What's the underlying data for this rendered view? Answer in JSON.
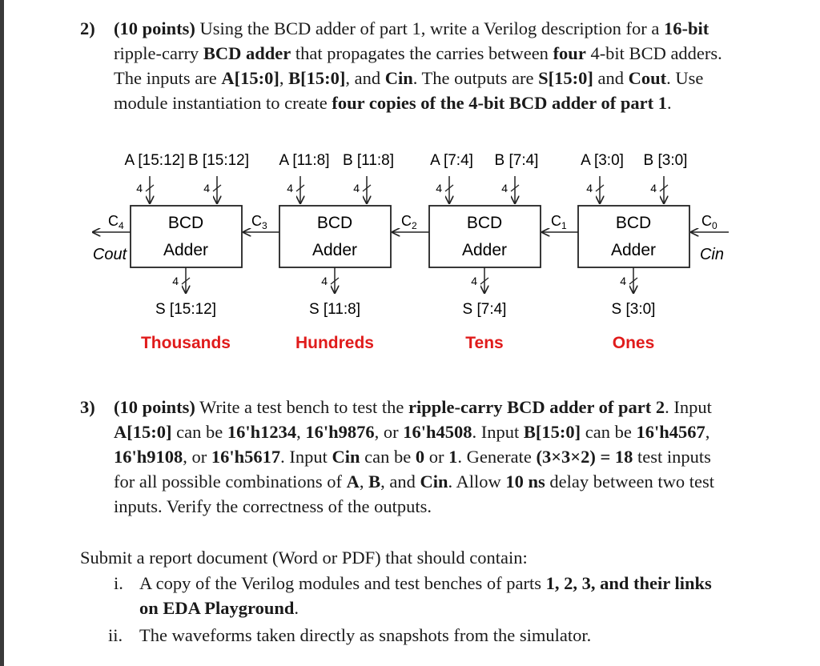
{
  "q2": {
    "number": "2)",
    "lines": [
      [
        {
          "t": "(10 points)",
          "b": true
        },
        {
          "t": " Using the BCD adder of part 1, write a Verilog description for a "
        },
        {
          "t": "16-bit",
          "b": true
        }
      ],
      [
        {
          "t": "ripple-carry "
        },
        {
          "t": "BCD adder",
          "b": true
        },
        {
          "t": " that propagates the carries between "
        },
        {
          "t": "four",
          "b": true
        },
        {
          "t": " 4-bit BCD adders."
        }
      ],
      [
        {
          "t": "The inputs are "
        },
        {
          "t": "A[15:0]",
          "b": true
        },
        {
          "t": ", "
        },
        {
          "t": "B[15:0]",
          "b": true
        },
        {
          "t": ", and "
        },
        {
          "t": "Cin",
          "b": true
        },
        {
          "t": ". The outputs are "
        },
        {
          "t": "S[15:0]",
          "b": true
        },
        {
          "t": " and "
        },
        {
          "t": "Cout",
          "b": true
        },
        {
          "t": ". Use"
        }
      ],
      [
        {
          "t": "module instantiation to create "
        },
        {
          "t": "four copies of the 4-bit BCD adder of part 1",
          "b": true
        },
        {
          "t": "."
        }
      ]
    ]
  },
  "diagram": {
    "blocks": [
      {
        "a": "A [15:12]",
        "b": "B [15:12]",
        "line1": "BCD",
        "line2": "Adder",
        "s": "S [15:12]",
        "place": "Thousands"
      },
      {
        "a": "A [11:8]",
        "b": "B [11:8]",
        "line1": "BCD",
        "line2": "Adder",
        "s": "S [11:8]",
        "place": "Hundreds"
      },
      {
        "a": "A [7:4]",
        "b": "B [7:4]",
        "line1": "BCD",
        "line2": "Adder",
        "s": "S [7:4]",
        "place": "Tens"
      },
      {
        "a": "A [3:0]",
        "b": "B [3:0]",
        "line1": "BCD",
        "line2": "Adder",
        "s": "S [3:0]",
        "place": "Ones"
      }
    ],
    "bus_width": "4",
    "carry_base": "C",
    "carries": [
      "4",
      "3",
      "2",
      "1",
      "0"
    ],
    "cout_label": "Cout",
    "cin_label": "Cin",
    "place_color": "#e01b1b"
  },
  "q3": {
    "number": "3)",
    "lines": [
      [
        {
          "t": "(10 points)",
          "b": true
        },
        {
          "t": " Write a test bench to test the "
        },
        {
          "t": "ripple-carry BCD adder of part 2",
          "b": true
        },
        {
          "t": ". Input"
        }
      ],
      [
        {
          "t": "A[15:0]",
          "b": true
        },
        {
          "t": " can be "
        },
        {
          "t": "16'h1234",
          "b": true
        },
        {
          "t": ", "
        },
        {
          "t": "16'h9876",
          "b": true
        },
        {
          "t": ", or "
        },
        {
          "t": "16'h4508",
          "b": true
        },
        {
          "t": ". Input "
        },
        {
          "t": "B[15:0]",
          "b": true
        },
        {
          "t": " can be "
        },
        {
          "t": "16'h4567",
          "b": true
        },
        {
          "t": ","
        }
      ],
      [
        {
          "t": "16'h9108",
          "b": true
        },
        {
          "t": ", or "
        },
        {
          "t": "16'h5617",
          "b": true
        },
        {
          "t": ". Input "
        },
        {
          "t": "Cin",
          "b": true
        },
        {
          "t": " can be "
        },
        {
          "t": "0",
          "b": true
        },
        {
          "t": " or "
        },
        {
          "t": "1",
          "b": true
        },
        {
          "t": ". Generate "
        },
        {
          "t": "(3×3×2) = 18",
          "b": true
        },
        {
          "t": " test inputs"
        }
      ],
      [
        {
          "t": "for all possible combinations of "
        },
        {
          "t": "A",
          "b": true
        },
        {
          "t": ", "
        },
        {
          "t": "B",
          "b": true
        },
        {
          "t": ", and "
        },
        {
          "t": "Cin",
          "b": true
        },
        {
          "t": ". Allow "
        },
        {
          "t": "10 ns",
          "b": true
        },
        {
          "t": " delay between two test"
        }
      ],
      [
        {
          "t": "inputs. Verify the correctness of the outputs."
        }
      ]
    ]
  },
  "submit": {
    "intro": "Submit a report document (Word or PDF) that should contain:",
    "items": [
      {
        "num": "i.",
        "lines": [
          [
            {
              "t": "A copy of the Verilog modules and test benches of parts "
            },
            {
              "t": "1, 2, 3, and their links",
              "b": true
            }
          ],
          [
            {
              "t": "on EDA Playground",
              "b": true
            },
            {
              "t": "."
            }
          ]
        ]
      },
      {
        "num": "ii.",
        "lines": [
          [
            {
              "t": "The waveforms taken directly as snapshots from the simulator."
            }
          ]
        ]
      }
    ]
  }
}
